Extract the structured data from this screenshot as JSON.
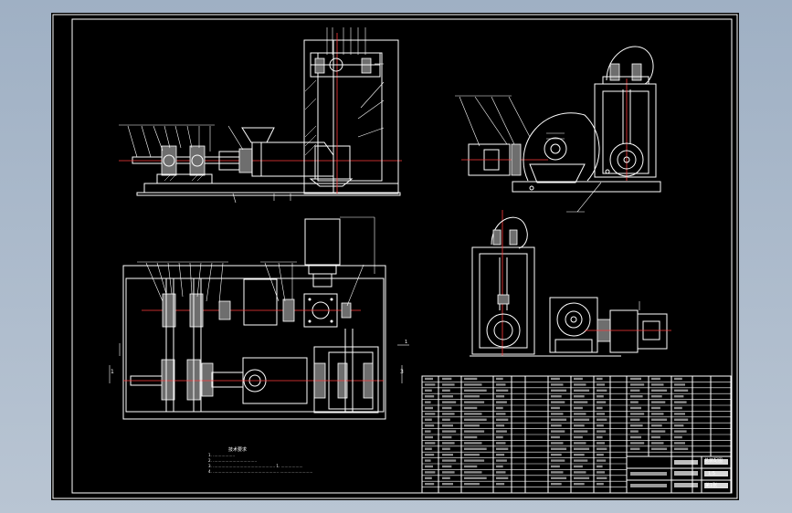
{
  "drawing": {
    "technical_notes_title": "技术要求",
    "technical_notes": [
      "1. ………………",
      "2. ………………………………",
      "3. …………………………………………… 1. ………………",
      "4. ……………………………………………… ………………………"
    ],
    "section_marks": {
      "left_a": "1",
      "right_a": "3",
      "right_b": "1"
    },
    "title_block": {
      "drawing_name": "总装配图",
      "scale": "1:5",
      "sheet": "第1张"
    }
  }
}
